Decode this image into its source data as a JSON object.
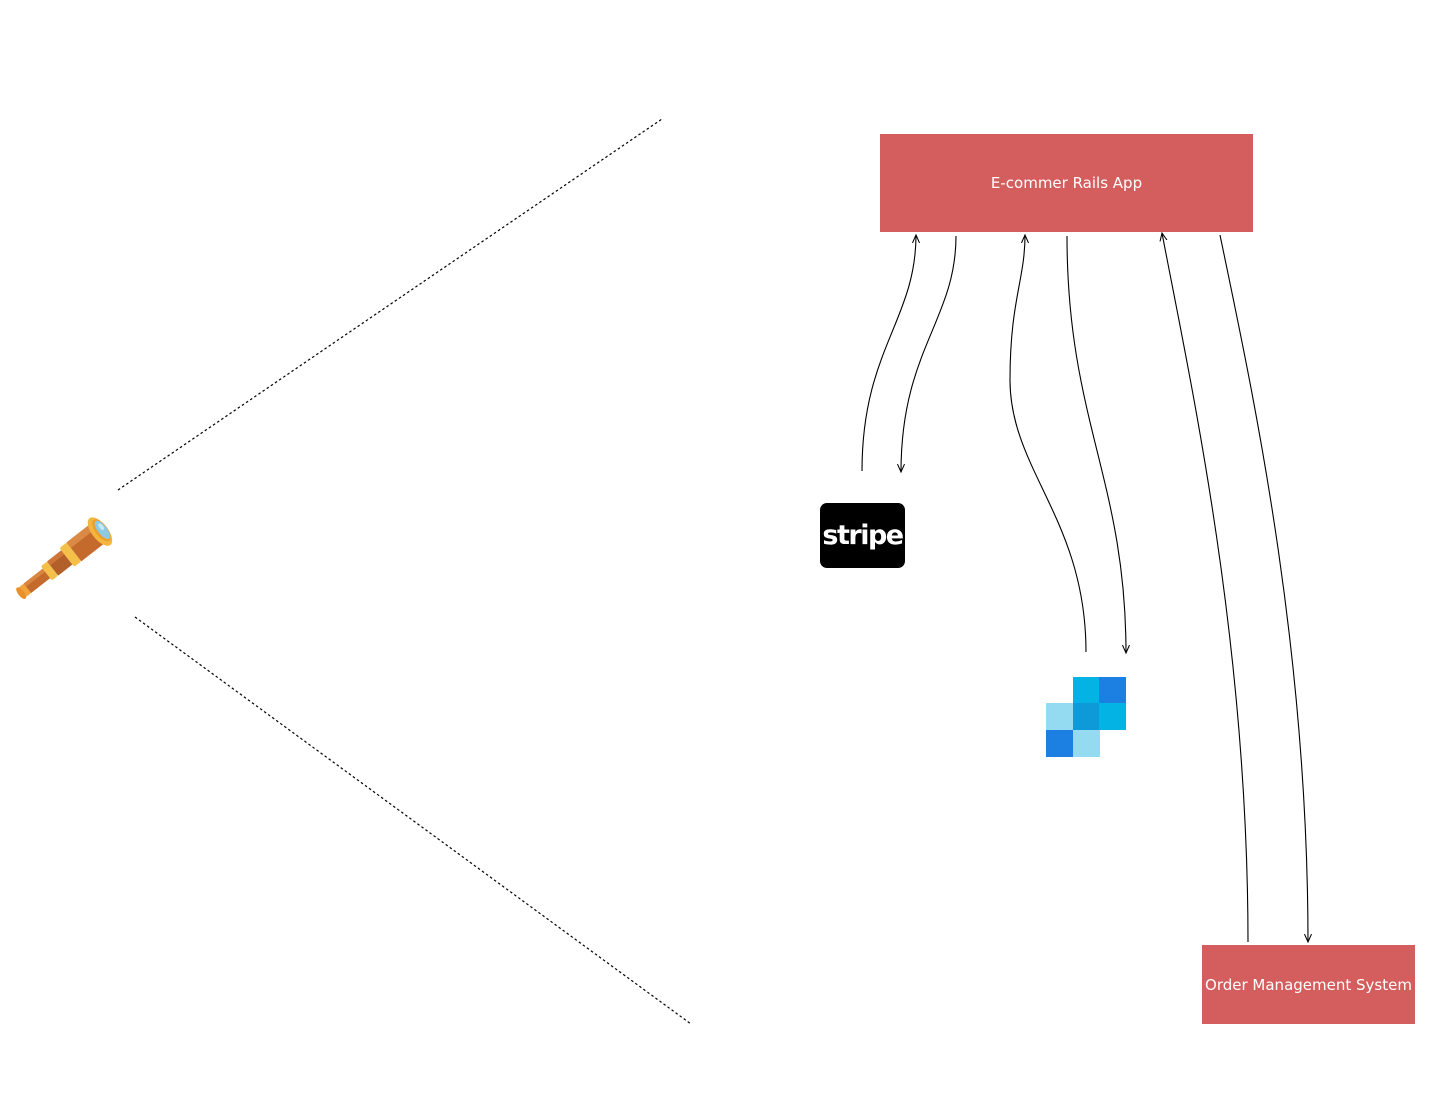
{
  "nodes": {
    "rails_app": {
      "label": "E-commer Rails App",
      "color": "#d45d5d"
    },
    "order_management": {
      "label": "Order Management System",
      "color": "#d45d5d"
    }
  },
  "logos": {
    "stripe": {
      "text": "stripe",
      "icon": "stripe-logo-icon"
    },
    "elasticsearch": {
      "icon": "blue-cubes-logo-icon",
      "colors": [
        "#03b3e4",
        "#1b80e1",
        "#0e9ad8",
        "#94dbf1"
      ]
    },
    "telescope": {
      "icon": "telescope-icon"
    }
  },
  "edges": [
    {
      "from": "stripe",
      "to": "rails_app",
      "style": "solid-arrow"
    },
    {
      "from": "rails_app",
      "to": "stripe",
      "style": "solid-arrow"
    },
    {
      "from": "elasticsearch",
      "to": "rails_app",
      "style": "solid-arrow"
    },
    {
      "from": "rails_app",
      "to": "elasticsearch",
      "style": "solid-arrow"
    },
    {
      "from": "order_management",
      "to": "rails_app",
      "style": "solid-arrow"
    },
    {
      "from": "rails_app",
      "to": "order_management",
      "style": "solid-arrow"
    }
  ],
  "view_lines": {
    "style": "dotted"
  }
}
